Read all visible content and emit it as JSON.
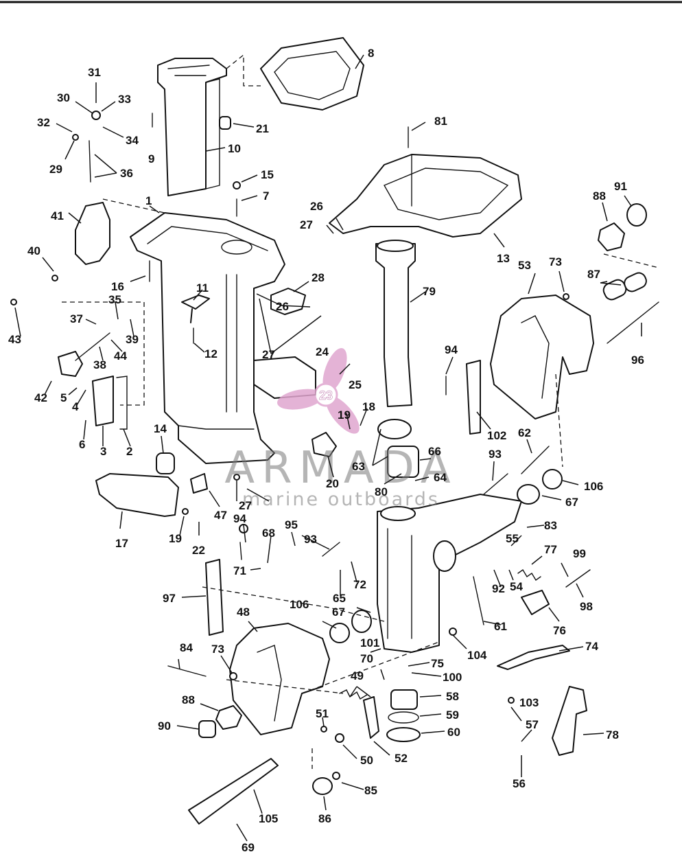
{
  "watermark": {
    "brand": "ARMADA",
    "tagline": "marine outboards",
    "logo_badge": "23",
    "logo_color": "#e0a6cf"
  },
  "callouts": [
    "1",
    "2",
    "3",
    "4",
    "5",
    "6",
    "7",
    "8",
    "9",
    "10",
    "11",
    "12",
    "13",
    "14",
    "15",
    "16",
    "17",
    "18",
    "19",
    "19",
    "20",
    "21",
    "22",
    "24",
    "25",
    "26",
    "26",
    "27",
    "27",
    "27",
    "28",
    "29",
    "30",
    "31",
    "32",
    "33",
    "34",
    "35",
    "36",
    "37",
    "38",
    "39",
    "40",
    "41",
    "42",
    "43",
    "44",
    "47",
    "48",
    "49",
    "50",
    "51",
    "52",
    "53",
    "54",
    "55",
    "56",
    "57",
    "58",
    "59",
    "60",
    "61",
    "62",
    "63",
    "64",
    "65",
    "66",
    "67",
    "67",
    "68",
    "69",
    "70",
    "71",
    "72",
    "73",
    "73",
    "74",
    "75",
    "76",
    "77",
    "78",
    "79",
    "80",
    "81",
    "83",
    "84",
    "85",
    "86",
    "87",
    "88",
    "88",
    "90",
    "91",
    "92",
    "93",
    "93",
    "94",
    "94",
    "95",
    "96",
    "97",
    "98",
    "99",
    "100",
    "101",
    "102",
    "103",
    "104",
    "105",
    "106",
    "106"
  ]
}
